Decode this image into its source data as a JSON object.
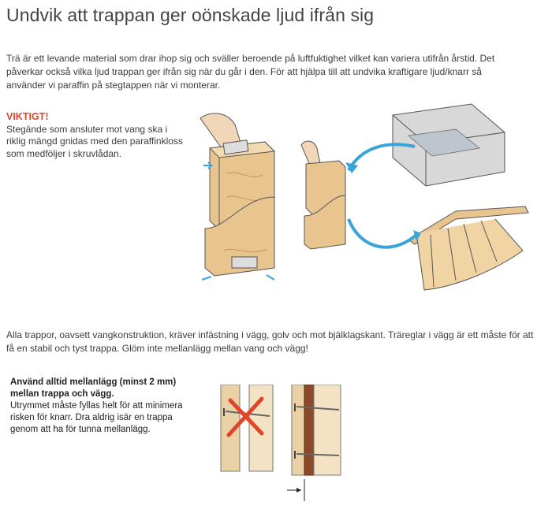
{
  "page": {
    "title": "Undvik att trappan ger oönskade ljud ifrån sig",
    "intro": "Trä är ett levande material som drar ihop sig och sväller beroende på luftfuktighet vilket kan variera utifrån årstid. Det påverkar också vilka ljud trappan ger ifrån sig när du går i den. För att hjälpa till att undvika kraftigare ljud/knarr så använder vi paraffin på stegtappen när vi monterar."
  },
  "important": {
    "heading": "VIKTIGT",
    "heading_mark": "!",
    "text": "Stegände som ansluter mot vang ska i riklig mängd gnidas med den paraffinkloss som medföljer i skruvlådan."
  },
  "wall_info": {
    "text": "Alla trappor, oavsett vangkonstruktion, kräver infästning i vägg, golv och mot bjälklagskant. Träreglar i vägg är ett måste för att få en stabil och tyst trappa. Glöm inte mellanlägg mellan vang och vägg!"
  },
  "spacer_note": {
    "bold_text": "Använd alltid mellanlägg (minst 2 mm) mellan trappa och vägg.",
    "text": "Utrymmet måste fyllas helt för att minimera risken för knarr. Dra aldrig isär en trappa genom att ha för tunna mellanlägg."
  },
  "colors": {
    "title": "#444444",
    "accent_red": "#e0452a",
    "wood": "#e8c48f",
    "wood_dark": "#c9955a",
    "arrow_blue": "#3aa3d8",
    "spacer_brown": "#8a4a2a"
  }
}
